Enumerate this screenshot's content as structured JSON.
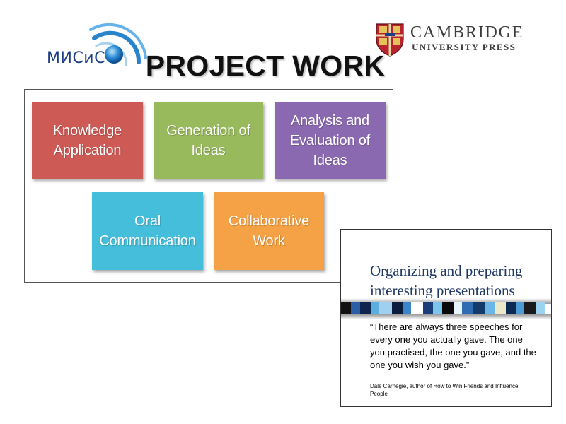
{
  "header": {
    "title": "PROJECT WORK",
    "logo_left": {
      "text": "МИСиС",
      "icon": "misis-arc-sphere-icon"
    },
    "logo_right": {
      "name": "CAMBRIDGE",
      "subtitle": "UNIVERSITY PRESS",
      "icon": "cambridge-shield-icon"
    }
  },
  "skills": [
    {
      "label": "Knowledge\nApplication",
      "color": "#cd5a54"
    },
    {
      "label": "Generation of\nIdeas",
      "color": "#98ba5c"
    },
    {
      "label": "Analysis and\nEvaluation of\nIdeas",
      "color": "#8a69b1"
    },
    {
      "label": "Oral\nCommunication",
      "color": "#44bedb"
    },
    {
      "label": "Collaborative\nWork",
      "color": "#f4a245"
    }
  ],
  "slide": {
    "title": "Organizing and preparing interesting presentations",
    "quote": "“There are always three speeches for every one you actually gave. The one you practised, the one you gave, and the one you wish you gave.”",
    "attribution": "Dale Carnegie,  author of How to Win Friends and Influence  People",
    "stripe_colors": [
      "#111111",
      "#2a5fa8",
      "#0f2550",
      "#5aaee0",
      "#9fd0f0",
      "#0c1c3c",
      "#3a86c8",
      "#ffffff",
      "#1a3e7a",
      "#7cc4ec",
      "#0a0a0a",
      "#e6f4fc",
      "#2f6cb4",
      "#143a6c",
      "#6ab6e6",
      "#ece9c8",
      "#0d2a54",
      "#4c9ad6",
      "#1a1a1a",
      "#9bd2f2"
    ]
  }
}
